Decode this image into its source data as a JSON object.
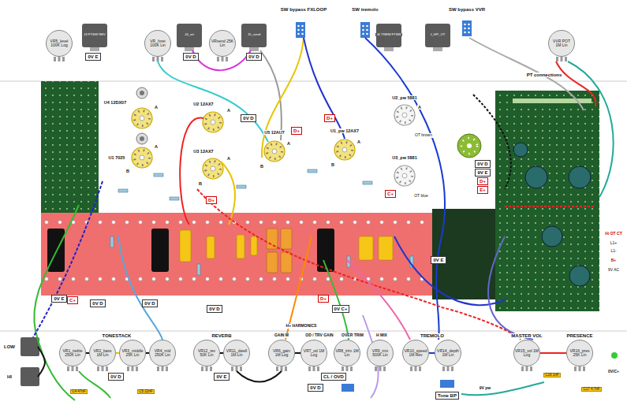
{
  "diagram": {
    "nodes": [
      {
        "text": [
          "VR5_level 100K Log"
        ]
      },
      {
        "text": [
          "VR_fxret 100K Lin"
        ]
      },
      {
        "text": [
          "VRsend 25K Lin"
        ]
      },
      {
        "text": [
          "VVR POT 1M Lin"
        ]
      },
      {
        "text": [
          "VR1_treble 250K Lin"
        ]
      },
      {
        "text": [
          "VR2_bass 1M Lin"
        ]
      },
      {
        "text": [
          "VR3_middle 25K Lin"
        ]
      },
      {
        "text": [
          "VR4_mid 250K Lin"
        ]
      },
      {
        "text": [
          "VR12_rev 50K Lin"
        ]
      },
      {
        "text": [
          "VR11_dwell 1M Lin"
        ]
      },
      {
        "text": [
          "VR6_gain 1M Log"
        ]
      },
      {
        "text": [
          "VR7_od 1M Log"
        ]
      },
      {
        "text": [
          "VR8_trim 1M Lin"
        ]
      },
      {
        "text": [
          "VR9_mix 500K Lin"
        ]
      },
      {
        "text": [
          "VR10_speed 1M Rev"
        ]
      },
      {
        "text": [
          "VR14_depth 1M Lin"
        ]
      },
      {
        "text": [
          "VR15_vol 1M Log"
        ]
      },
      {
        "text": [
          "VR16_pres 25K Lin"
        ]
      },
      {
        "text": [
          "0V E"
        ]
      },
      {
        "text": [
          "0V D"
        ]
      },
      {
        "text": [
          "0V D"
        ]
      },
      {
        "text": [
          "0V D"
        ]
      },
      {
        "text": [
          "D+"
        ]
      },
      {
        "text": [
          "D+"
        ]
      },
      {
        "text": [
          "D+"
        ]
      },
      {
        "text": [
          "C+"
        ]
      },
      {
        "text": [
          "0V D"
        ]
      },
      {
        "text": [
          "9V E"
        ]
      },
      {
        "text": [
          "D+"
        ]
      },
      {
        "text": [
          "E+"
        ]
      },
      {
        "text": [
          "0V E"
        ]
      },
      {
        "text": [
          "0V D"
        ]
      },
      {
        "text": [
          "0V D"
        ]
      },
      {
        "text": [
          "0V D"
        ]
      },
      {
        "text": [
          "0V C+"
        ]
      },
      {
        "text": [
          "0V E"
        ]
      },
      {
        "text": [
          "D+"
        ]
      },
      {
        "text": [
          "C+"
        ]
      },
      {
        "text": [
          "0V D"
        ]
      },
      {
        "text": [
          "0V E"
        ]
      },
      {
        "text": [
          "0V D"
        ]
      },
      {
        "text": [
          "CL / OVD"
        ]
      },
      {
        "text": [
          "Tone BP"
        ]
      }
    ],
    "edges": [
      {
        "from": 4,
        "to": 5,
        "arrow": "none"
      },
      {
        "from": 5,
        "to": 6,
        "arrow": "none"
      },
      {
        "from": 6,
        "to": 7,
        "arrow": "none"
      },
      {
        "from": 8,
        "to": 9,
        "arrow": "none"
      },
      {
        "from": 10,
        "to": 11,
        "arrow": "none"
      },
      {
        "from": 14,
        "to": 15,
        "arrow": "none"
      },
      {
        "from": 16,
        "to": 17,
        "arrow": "none"
      }
    ],
    "labels": [
      "SW bypass FXLOOP",
      "SW tremolo",
      "SW bypass VVR",
      "J3 FTSW REV",
      "J4_ret",
      "J5_send",
      "J6 TREM FTSW",
      "J_HP_OT",
      "PT connections",
      "U4 12DX07",
      "U1 7025",
      "U2 12AX7",
      "U3 12AX7",
      "U5 12AU7",
      "U1_pw 12AX7",
      "U2_pw 5881",
      "U3_pw 5881",
      "OT brown",
      "OT blue",
      "A",
      "A",
      "B",
      "A",
      "A",
      "B",
      "A",
      "B",
      "A",
      "B",
      "A",
      "Hi OT CT",
      "L1+",
      "L1-",
      "B+",
      "9V AC",
      "LOW",
      "HI",
      "TONESTACK",
      "REVERB",
      "H+ HARMONICS",
      "GAIN M",
      "OD / TRV GAIN",
      "OVER TRIM",
      "H MIX",
      "TREMOLO",
      "MASTER VOL",
      "PRESENCE",
      "0V/C+",
      "9V pw",
      "C4 47nF",
      "C5 22nF",
      "C16 1nF",
      "C17 4.7nF"
    ]
  }
}
